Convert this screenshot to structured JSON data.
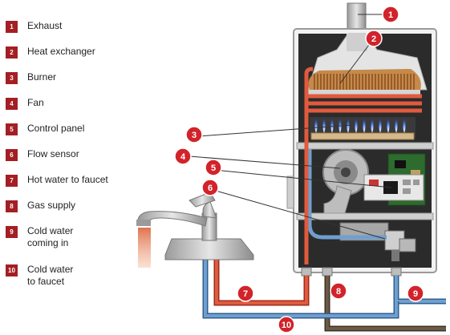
{
  "legend": [
    {
      "number": "1",
      "label": "Exhaust"
    },
    {
      "number": "2",
      "label": "Heat exchanger"
    },
    {
      "number": "3",
      "label": "Burner"
    },
    {
      "number": "4",
      "label": "Fan"
    },
    {
      "number": "5",
      "label": "Control panel"
    },
    {
      "number": "6",
      "label": "Flow sensor"
    },
    {
      "number": "7",
      "label": "Hot water to faucet"
    },
    {
      "number": "8",
      "label": "Gas supply"
    },
    {
      "number": "9",
      "label_lines": [
        "Cold water",
        "coming in"
      ]
    },
    {
      "number": "10",
      "label_lines": [
        "Cold water",
        "to faucet"
      ]
    }
  ],
  "callouts": [
    "1",
    "2",
    "3",
    "4",
    "5",
    "6",
    "7",
    "8",
    "9",
    "10"
  ],
  "colors": {
    "badge": "#a31f24",
    "callout": "#d2232a",
    "hot_pipe": "#e25a3e",
    "cold_pipe": "#6f9fcf",
    "gas_pipe": "#6b5a44",
    "cabinet_inner": "#2b2b2b"
  }
}
